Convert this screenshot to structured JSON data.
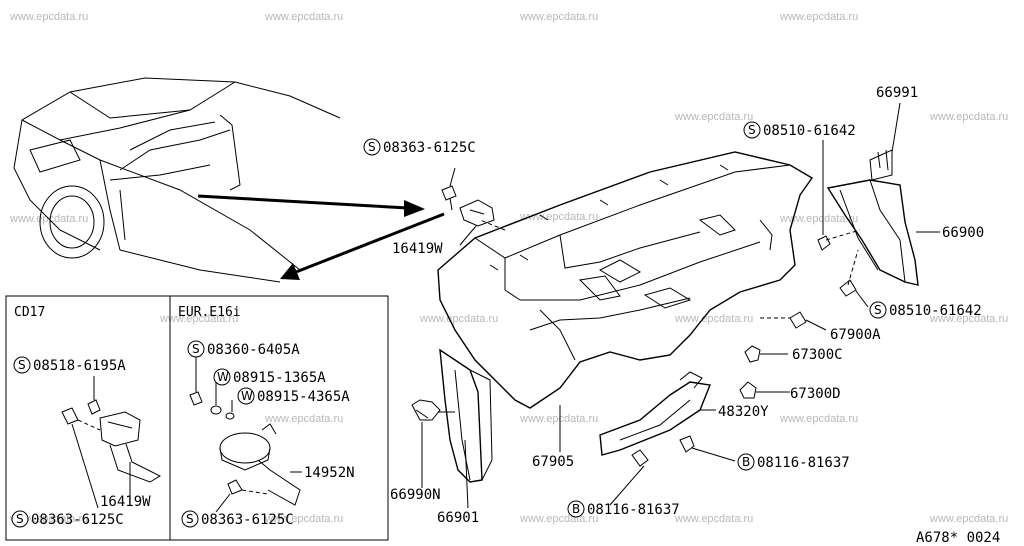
{
  "watermark": "www.epcdata.ru",
  "diagram_code": "A678* 0024",
  "boxes": {
    "left_title": "CD17",
    "right_title": "EUR.E16i"
  },
  "symbols": {
    "screw": "S",
    "washer": "W",
    "bolt": "B"
  },
  "parts": {
    "p08363_6125C": "08363-6125C",
    "p16419W": "16419W",
    "p08510_61642_top": "08510-61642",
    "p66991": "66991",
    "p66900": "66900",
    "p08510_61642_bottom": "08510-61642",
    "p67900A": "67900A",
    "p67300C": "67300C",
    "p67300D": "67300D",
    "p48320Y": "48320Y",
    "p08116_81637_right": "08116-81637",
    "p08116_81637_bottom": "08116-81637",
    "p67905": "67905",
    "p66990N": "66990N",
    "p66901": "66901",
    "box1_08518_6195A": "08518-6195A",
    "box1_16419W": "16419W",
    "box1_08363_6125C": "08363-6125C",
    "box2_08360_6405A": "08360-6405A",
    "box2_08915_1365A": "08915-1365A",
    "box2_08915_4365A": "08915-4365A",
    "box2_14952N": "14952N",
    "box2_08363_6125C": "08363-6125C"
  }
}
